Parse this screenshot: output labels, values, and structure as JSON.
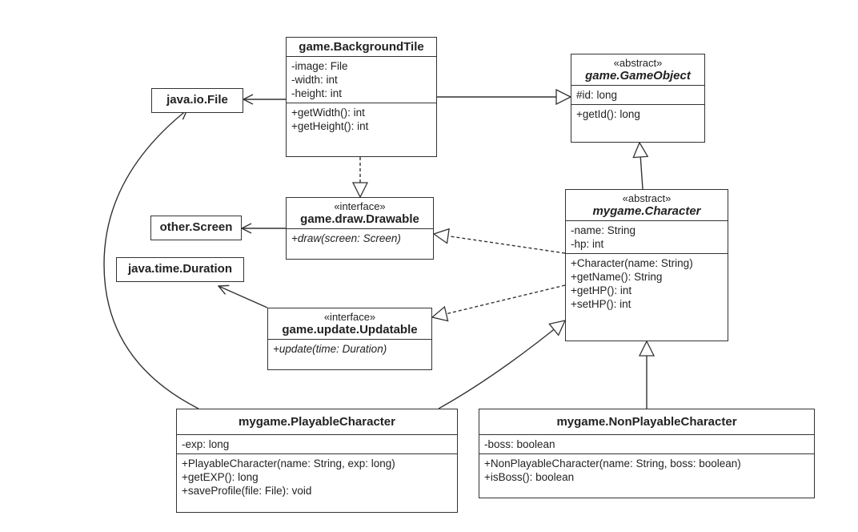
{
  "classes": {
    "background_tile": {
      "name": "game.BackgroundTile",
      "attributes": [
        "-image: File",
        "-width: int",
        "-height: int"
      ],
      "methods": [
        "+getWidth(): int",
        "+getHeight(): int"
      ]
    },
    "game_object": {
      "stereotype": "«abstract»",
      "name": "game.GameObject",
      "attributes": [
        "#id: long"
      ],
      "methods": [
        "+getId(): long"
      ]
    },
    "java_io_file": {
      "name": "java.io.File"
    },
    "drawable": {
      "stereotype": "«interface»",
      "name": "game.draw.Drawable",
      "methods": [
        "+draw(screen: Screen)"
      ]
    },
    "other_screen": {
      "name": "other.Screen"
    },
    "character": {
      "stereotype": "«abstract»",
      "name": "mygame.Character",
      "attributes": [
        "-name: String",
        "-hp: int"
      ],
      "methods": [
        "+Character(name: String)",
        "+getName(): String",
        "+getHP(): int",
        "+setHP(): int"
      ]
    },
    "java_time_duration": {
      "name": "java.time.Duration"
    },
    "updatable": {
      "stereotype": "«interface»",
      "name": "game.update.Updatable",
      "methods": [
        "+update(time: Duration)"
      ]
    },
    "playable_character": {
      "name": "mygame.PlayableCharacter",
      "attributes": [
        "-exp: long"
      ],
      "methods": [
        "+PlayableCharacter(name: String, exp: long)",
        "+getEXP(): long",
        "+saveProfile(file: File): void"
      ]
    },
    "non_playable_character": {
      "name": "mygame.NonPlayableCharacter",
      "attributes": [
        "-boss: boolean"
      ],
      "methods": [
        "+NonPlayableCharacter(name: String, boss: boolean)",
        "+isBoss(): boolean"
      ]
    }
  },
  "relationships": [
    {
      "type": "generalization",
      "from": "background_tile",
      "to": "game_object"
    },
    {
      "type": "realization",
      "from": "background_tile",
      "to": "drawable"
    },
    {
      "type": "dependency",
      "from": "background_tile",
      "to": "java_io_file"
    },
    {
      "type": "dependency",
      "from": "drawable",
      "to": "other_screen"
    },
    {
      "type": "generalization",
      "from": "character",
      "to": "game_object"
    },
    {
      "type": "realization",
      "from": "character",
      "to": "drawable"
    },
    {
      "type": "realization",
      "from": "character",
      "to": "updatable"
    },
    {
      "type": "dependency",
      "from": "updatable",
      "to": "java_time_duration"
    },
    {
      "type": "generalization",
      "from": "playable_character",
      "to": "character"
    },
    {
      "type": "dependency",
      "from": "playable_character",
      "to": "java_io_file"
    },
    {
      "type": "generalization",
      "from": "non_playable_character",
      "to": "character"
    }
  ]
}
